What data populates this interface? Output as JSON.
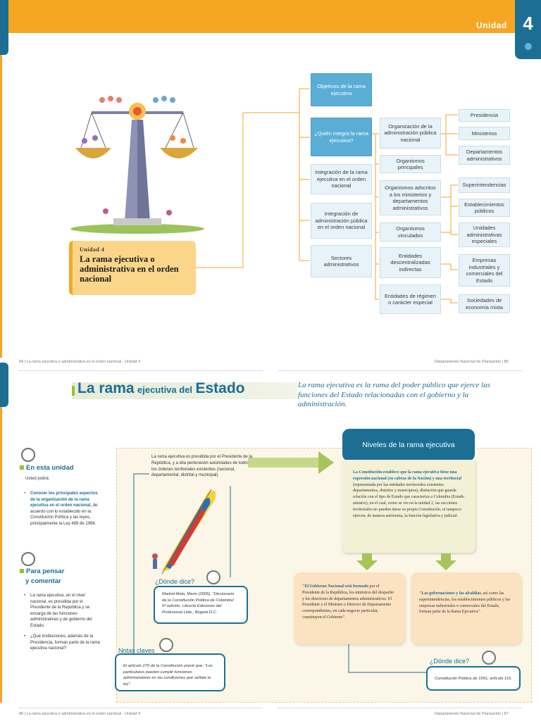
{
  "header": {
    "unit_word": "Unidad",
    "unit_number": "4"
  },
  "unit_box": {
    "label": "Unidad 4",
    "title": "La rama ejecutiva o administrativa en el orden nacional"
  },
  "diagram": {
    "col1": [
      "Objetivos de la rama ejecutiva",
      "¿Quién integra la rama ejecutiva?",
      "Integración de la rama ejecutiva en el orden nacional",
      "Integración de administración pública en el orden nacional",
      "Sectores administrativos"
    ],
    "col2": [
      "Organización de la administración pública nacional",
      "Organismos principales",
      "Organismos adscritos a los ministerios y departamentos administrativos",
      "Organismos vinculados",
      "Entidades descentralizadas indirectas",
      "Entidades de régimen o carácter especial"
    ],
    "col3": [
      "Presidencia",
      "Ministerios",
      "Departamentos administrativos",
      "Superintendencias",
      "Establecimientos públicos",
      "Unidades administrativas especiales",
      "Empresas industriales y comerciales del Estado",
      "Sociedades de economía mixta"
    ]
  },
  "footer_top": {
    "left": "84 | La rama ejecutiva o administrativa en el orden nacional - Unidad 4",
    "right": "Departamento Nacional de Planeación | 85"
  },
  "section": {
    "title_part1": "La rama",
    "title_part2": "ejecutiva del",
    "title_part3": "Estado",
    "lead": "La rama ejecutiva es la rama del poder público que ejerce las funciones del Estado relacionadas con el gobierno y la administración."
  },
  "sidebar": {
    "head1": "En esta unidad",
    "intro": "Usted podrá:",
    "bullet1_bold": "Conocer los principales aspectos de la organización de la rama ejecutiva en el orden nacional,",
    "bullet1_rest": " de acuerdo con lo establecido en la Constitución Política y las leyes, principalmente la Ley 489 de 1998.",
    "head2a": "Para pensar",
    "head2b": "y comentar",
    "q1": "La rama ejecutiva, en el nivel nacional, es presidida por el Presidente de la República y se encarga de las funciones administrativas y de gobierno del Estado.",
    "q2": "¿Qué instituciones, además de la Presidencia, forman parte de la rama ejecutiva nacional?"
  },
  "panel": {
    "intro": "La rama ejecutiva es presidida por el Presidente de la República, y a ella pertenecen autoridades de todos los órdenes territoriales existentes (nacional, departamental, distrital y municipal).",
    "donde1_head": "¿Dónde dice?",
    "donde1_text": "Madrid-Malo, Mario (2005), \"Diccionario de la Constitución Política de Colombia\". 5ª edición, Librería Ediciones del Profesional Ltda., Bogotá D.C.",
    "notas_head": "Notas claves",
    "notas_text": "El artículo 270 de la Constitución prevé que: \"Los particulares pueden cumplir funciones administrativas en las condiciones que señale la ley\".",
    "levels_head": "Niveles de la rama ejecutiva",
    "levels_bold": "La Constitución establece que la rama ejecutiva tiene una expresión nacional (en cabeza de la Nación) y una territorial",
    "levels_rest": " (representada por las entidades territoriales existentes: departamentos, distritos y municipios), distinción que guarda relación con el tipo de Estado que caracteriza a Colombia (Estado unitario), en el cual, como se vio en la unidad 2, las secciones territoriales no pueden darse su propia Constitución, ni tampoco ejercen, de manera autónoma, la función legislativa y judicial.",
    "card1_bold": "\"El Gobierno Nacional está formado",
    "card1_rest": " por el Presidente de la República, los ministros del despacho y los directores de departamentos administrativos. El Presidente y el Ministro o Director de Departamento correspondientes, en cada negocio particular, constituyen el Gobierno\".",
    "card2_bold": "\"Las gobernaciones y las alcaldías,",
    "card2_rest": " así como las superintendencias, los establecimientos públicos y las empresas industriales o comerciales del Estado, forman parte de la Rama Ejecutiva\".",
    "donde2_head": "¿Dónde dice?",
    "donde2_text": "Constitución Política de 1991, artículo 115."
  },
  "footer_bottom": {
    "left": "86 | La rama ejecutiva o administrativa en el orden nacional - Unidad 4",
    "right": "Departamento Nacional de Planeación | 87"
  },
  "colors": {
    "orange": "#f7a623",
    "blue": "#1c6f93",
    "green": "#9bbf2f"
  }
}
